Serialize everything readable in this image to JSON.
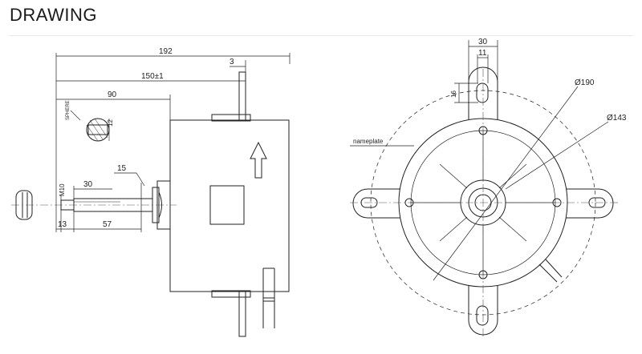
{
  "header": {
    "title": "DRAWING"
  },
  "side_view": {
    "dims": {
      "overall": "192",
      "flange": "3",
      "body_to_flange": "150±1",
      "shaft_to_body": "90",
      "key_width": "12",
      "key_label": "SPHERE",
      "shaft_thread": "M10",
      "thread_len": "30",
      "collar": "15",
      "shaft_end": "13",
      "shaft_len": "57"
    }
  },
  "front_view": {
    "dims": {
      "slot_outer": "30",
      "slot_inner": "11",
      "slot_height": "16",
      "outer_dia": "Ø190",
      "pcd": "Ø143"
    },
    "nameplate_label": "nameplate"
  },
  "colors": {
    "line": "#222222",
    "center": "#555555",
    "background": "#ffffff"
  }
}
